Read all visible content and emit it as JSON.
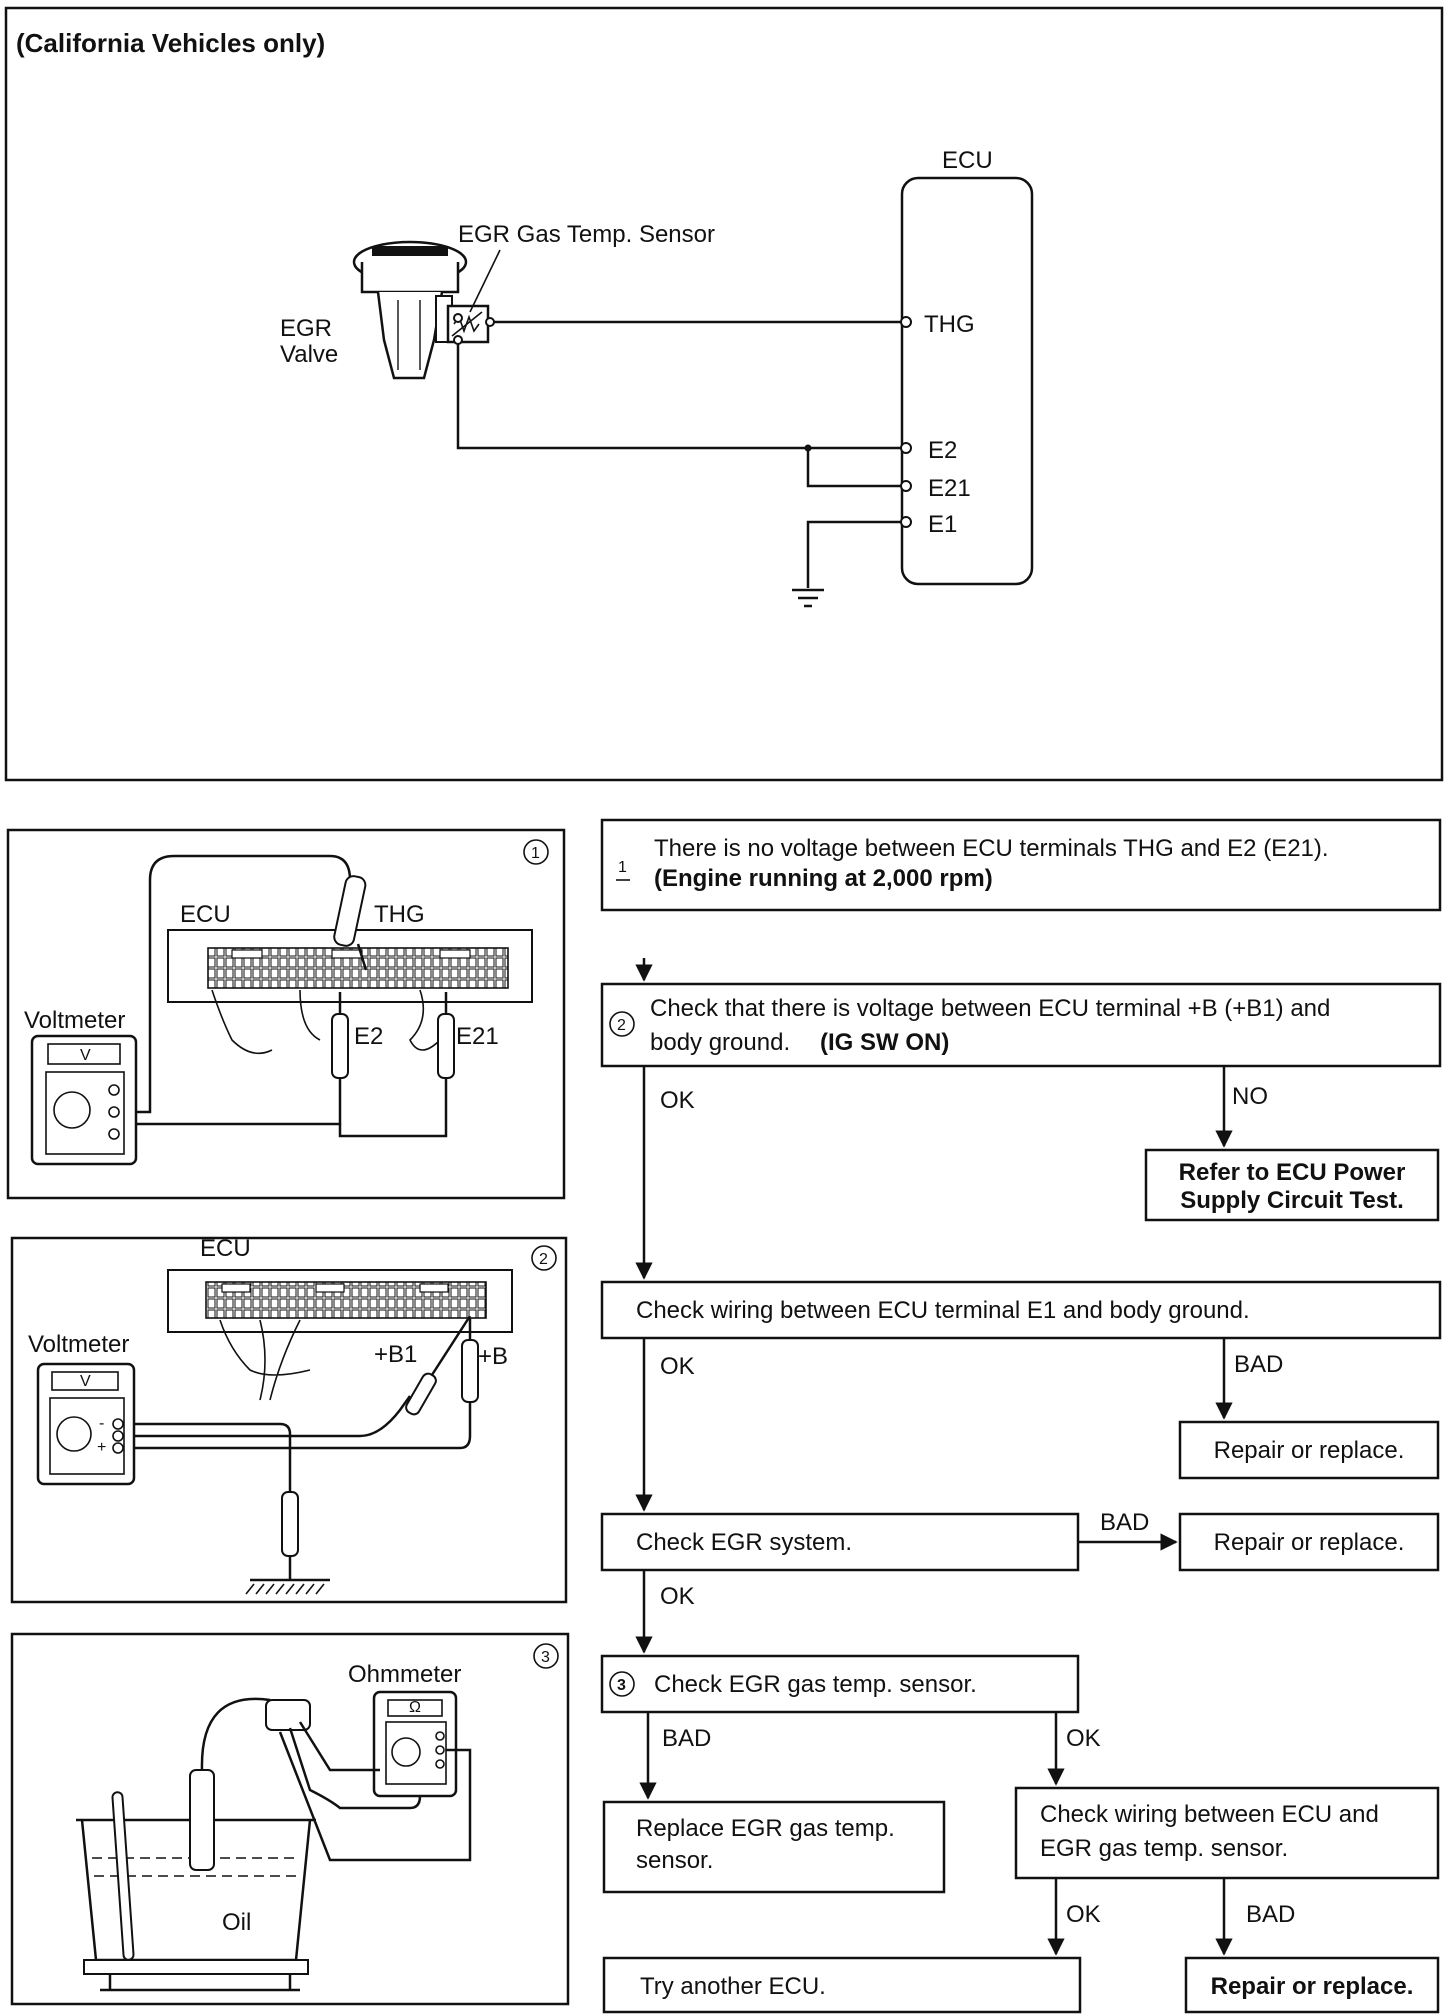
{
  "schematic": {
    "title": "(California Vehicles only)",
    "ecu_label": "ECU",
    "sensor_label": "EGR Gas Temp. Sensor",
    "valve_label": [
      "EGR",
      "Valve"
    ],
    "terminals": [
      "THG",
      "E2",
      "E21",
      "E1"
    ]
  },
  "figures": {
    "fig1": {
      "number": "1",
      "voltmeter": "Voltmeter",
      "meter_face": "V",
      "ecu": "ECU",
      "thg": "THG",
      "e2": "E2",
      "e21": "E21"
    },
    "fig2": {
      "number": "2",
      "ecu": "ECU",
      "voltmeter": "Voltmeter",
      "meter_face": "V",
      "b1": "+B1",
      "b": "+B",
      "minus": "-",
      "plus": "+"
    },
    "fig3": {
      "number": "3",
      "ohmmeter": "Ohmmeter",
      "meter_face": "Ω",
      "oil": "Oil"
    }
  },
  "flow": {
    "step1": {
      "marker": "1",
      "line1": "There is no voltage between ECU terminals THG and E2 (E21).",
      "line2": "(Engine running at 2,000 rpm)"
    },
    "step2": {
      "marker": "2",
      "line1": "Check that there is voltage between ECU terminal +B (+B1) and",
      "line2": "body ground.",
      "line2_bold": "(IG SW ON)"
    },
    "ok1": "OK",
    "no1": "NO",
    "power_ref": [
      "Refer to ECU Power",
      "Supply Circuit Test."
    ],
    "check_wiring_e1": "Check wiring between ECU terminal E1 and body ground.",
    "ok2": "OK",
    "bad2": "BAD",
    "repair1": "Repair or replace.",
    "check_egr": "Check EGR system.",
    "bad3": "BAD",
    "repair2": "Repair or replace.",
    "ok3": "OK",
    "step3": {
      "marker": "3",
      "text": "Check EGR gas temp. sensor."
    },
    "bad4": "BAD",
    "ok4": "OK",
    "replace_sensor": [
      "Replace EGR gas temp.",
      "sensor."
    ],
    "check_wiring_sensor": [
      "Check wiring between ECU and",
      "EGR gas temp. sensor."
    ],
    "ok5": "OK",
    "bad5": "BAD",
    "try_ecu": "Try another ECU.",
    "repair3": "Repair or replace."
  }
}
